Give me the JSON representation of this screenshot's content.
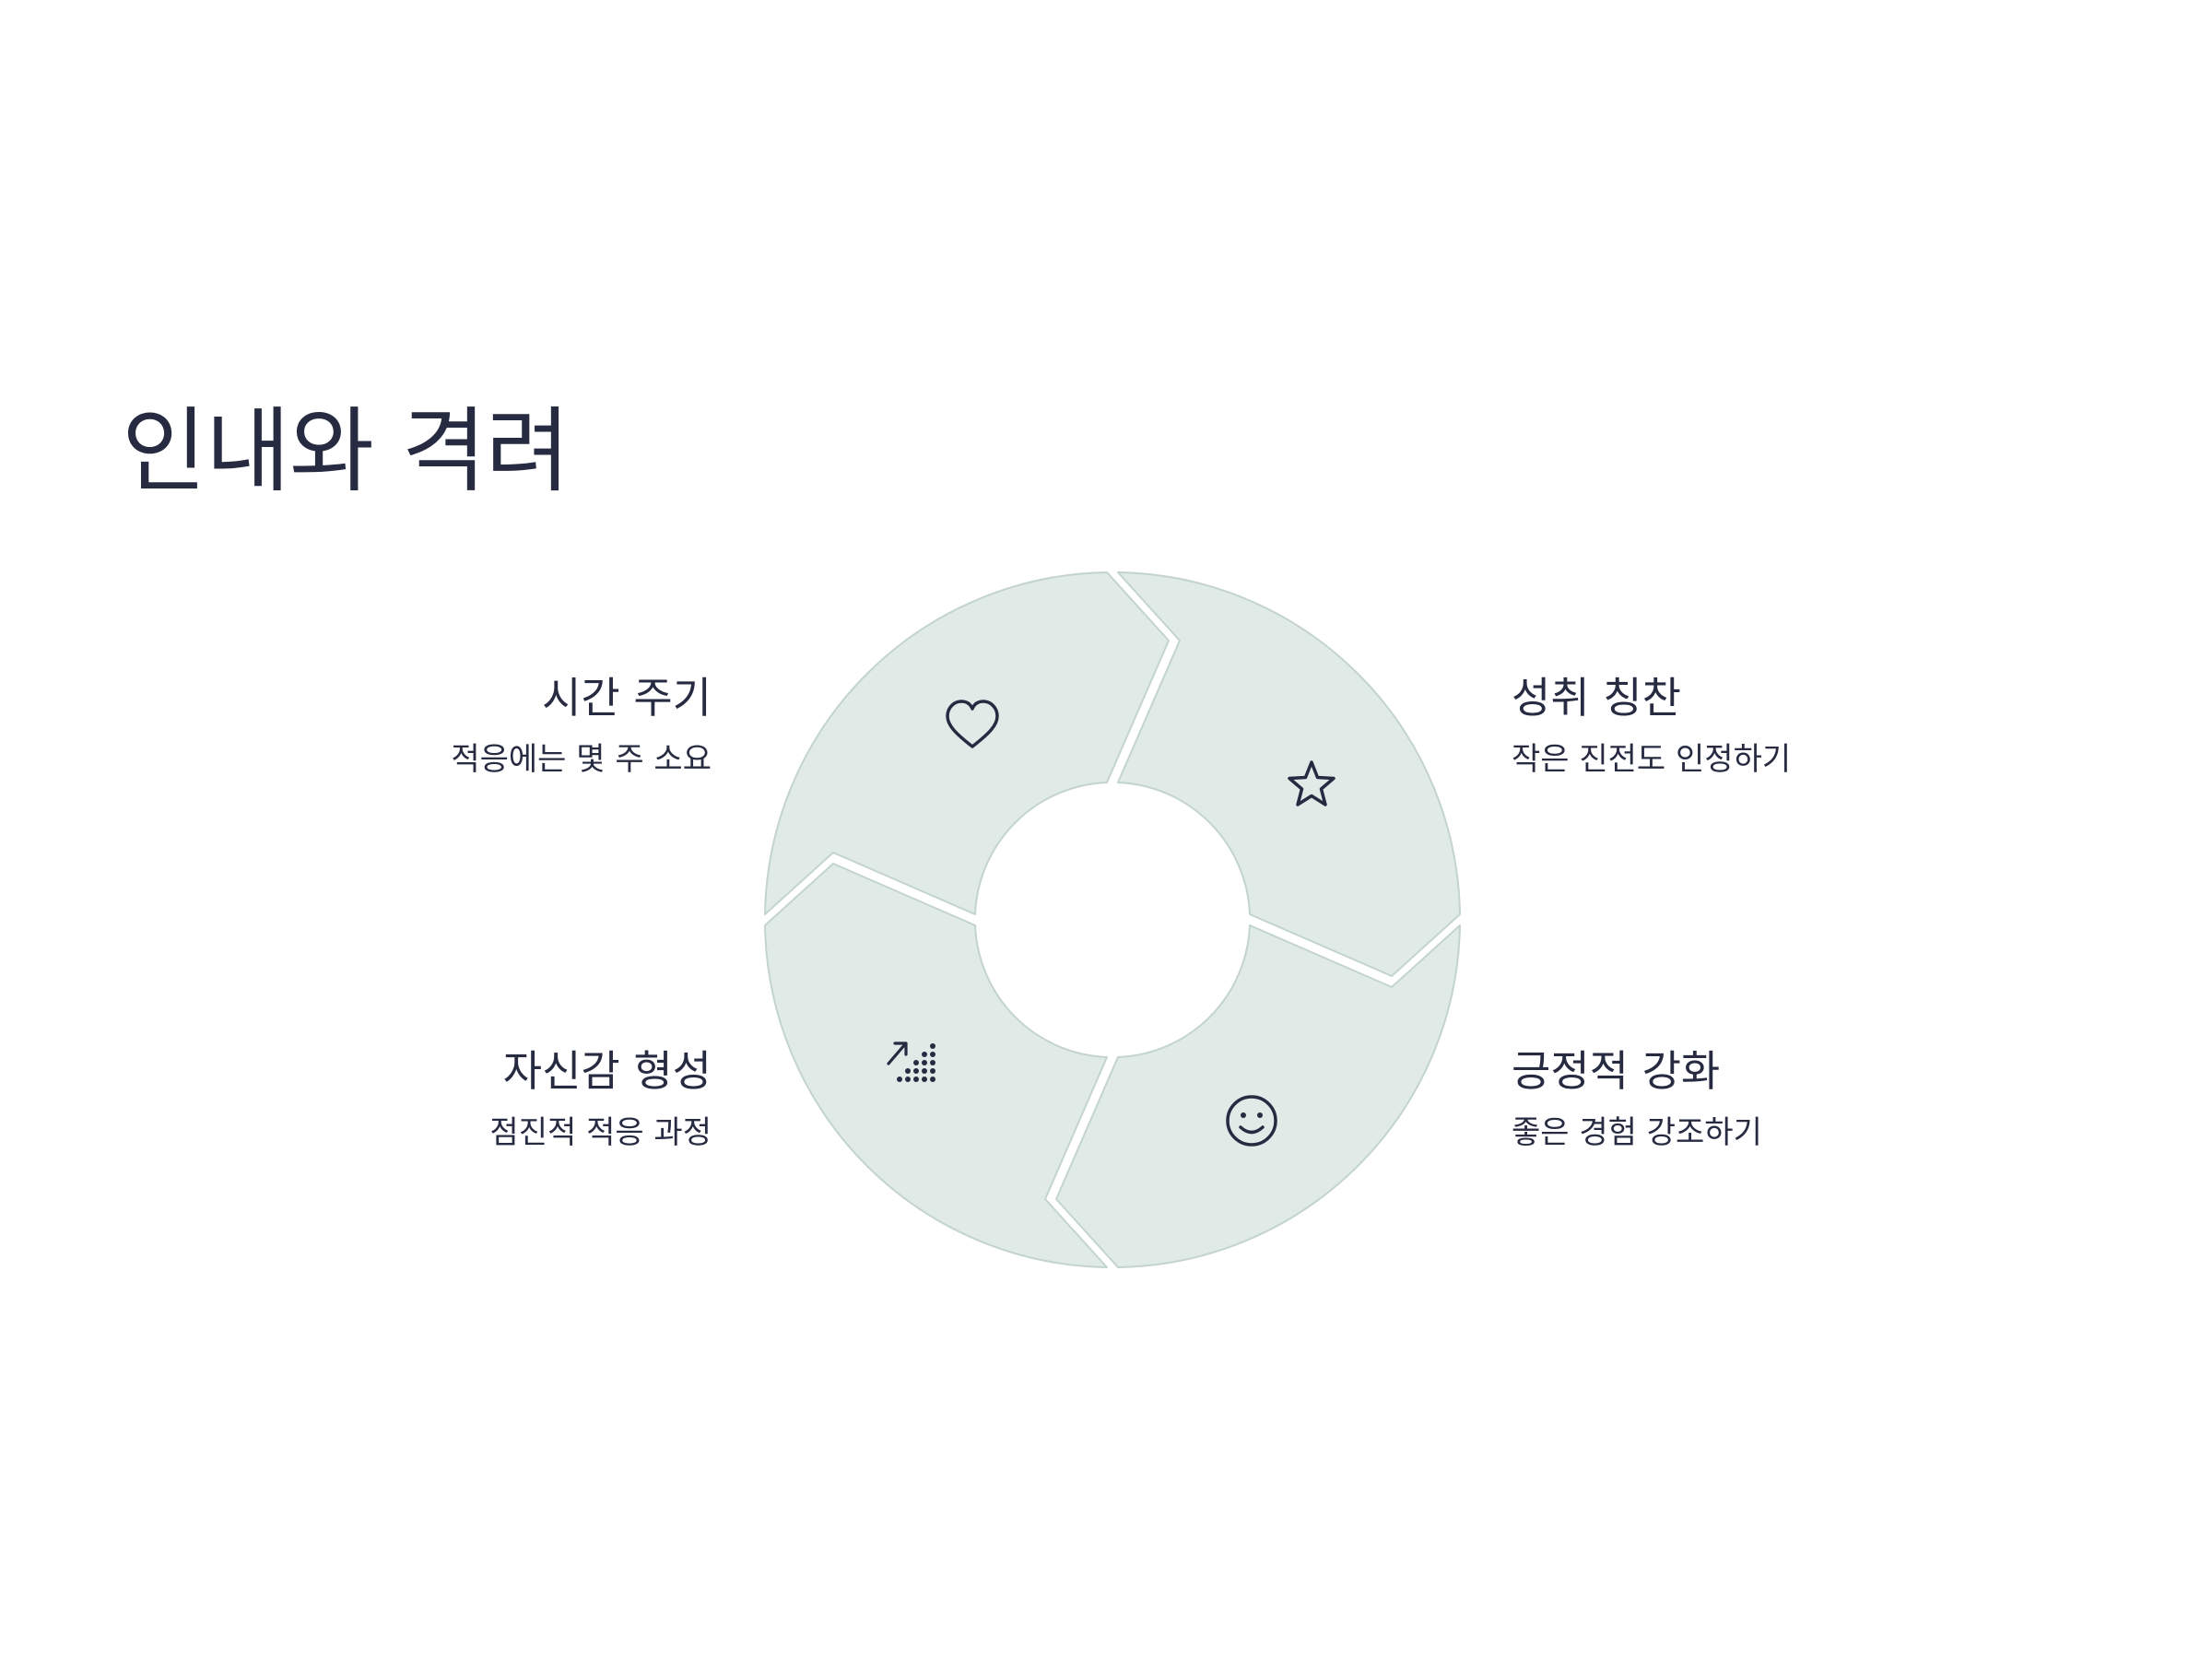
{
  "title": "인내와 격려",
  "colors": {
    "segment_fill": "#e0ebe8",
    "segment_stroke": "#c3d3cf",
    "ink": "#272b41",
    "background": "#ffffff"
  },
  "segments": [
    {
      "icon": "heart-icon",
      "title": "시간 주기",
      "desc": "적응에는 몇 주 소요"
    },
    {
      "icon": "star-icon",
      "title": "성취 칭찬",
      "desc": "작은 진전도 인정하기"
    },
    {
      "icon": "smiley-icon",
      "title": "긍정적 강화",
      "desc": "좋은 경험 강조하기"
    },
    {
      "icon": "growth-chart-icon",
      "title": "자신감 형성",
      "desc": "점진적 적응 과정"
    }
  ]
}
